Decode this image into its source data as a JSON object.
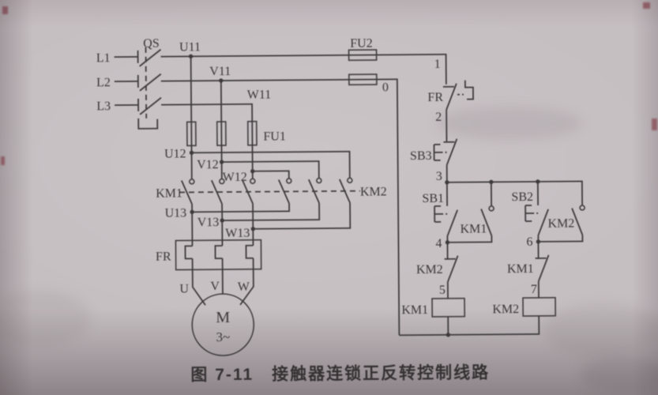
{
  "colors": {
    "paper": "#c6bfc2",
    "ink": "#3e3a3c"
  },
  "caption": "图 7-11　接触器连锁正反转控制线路",
  "power": {
    "l1": "L1",
    "l2": "L2",
    "l3": "L3",
    "switch": "QS"
  },
  "wire_nodes": {
    "u11": "U11",
    "v11": "V11",
    "w11": "W11",
    "u12": "U12",
    "v12": "V12",
    "w12": "W12",
    "u13": "U13",
    "v13": "V13",
    "w13": "W13"
  },
  "fuses": {
    "main": "FU1",
    "control": "FU2"
  },
  "main_circuit": {
    "km1": "KM1",
    "km2": "KM2",
    "thermal": "FR"
  },
  "motor": {
    "label": "M",
    "phases": "3~",
    "u": "U",
    "v": "V",
    "w": "W"
  },
  "control_circuit": {
    "numbers": {
      "n0": "0",
      "n1": "1",
      "n2": "2",
      "n3": "3",
      "n4": "4",
      "n5": "5",
      "n6": "6",
      "n7": "7"
    },
    "fr": "FR",
    "sb3": "SB3",
    "sb1": "SB1",
    "sb2": "SB2",
    "km1_aux": "KM1",
    "km2_aux": "KM2",
    "km2_interlock": "KM2",
    "km1_interlock": "KM1",
    "km1_coil": "KM1",
    "km2_coil": "KM2"
  }
}
